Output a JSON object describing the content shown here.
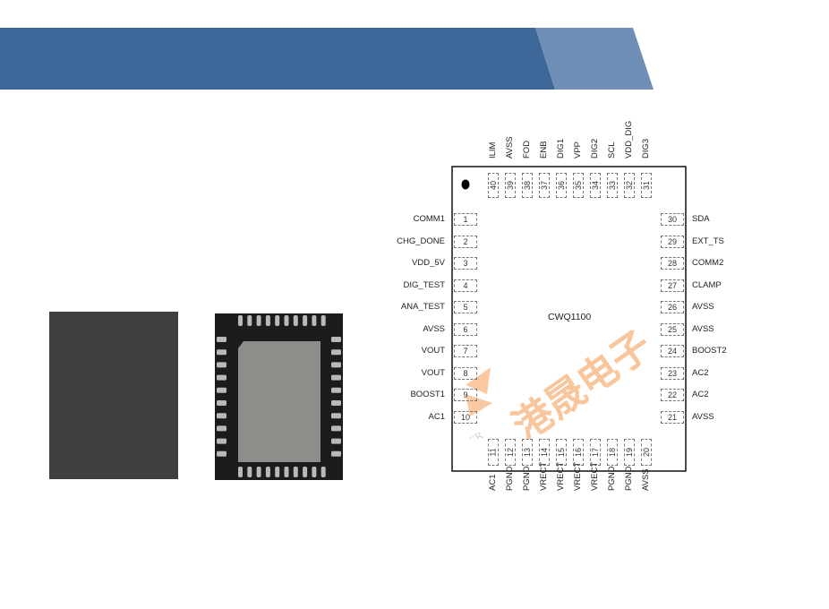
{
  "header": {
    "banner_primary_color": "#3d6899",
    "banner_secondary_color": "#6f8fb6"
  },
  "photos": {
    "left_placeholder": {
      "label": "chip-photo-top",
      "color": "#3f3f3f"
    },
    "right_chip": {
      "label": "chip-photo-bottom-pads"
    }
  },
  "diagram": {
    "chip_name": "CWQ1100",
    "pin1_marker": "dot",
    "watermark": {
      "text_cn": "港晟电子",
      "text_en": "CONQUER",
      "color": "#f8b27a"
    },
    "pins": {
      "left": [
        {
          "num": "1",
          "name": "COMM1"
        },
        {
          "num": "2",
          "name": "CHG_DONE"
        },
        {
          "num": "3",
          "name": "VDD_5V"
        },
        {
          "num": "4",
          "name": "DIG_TEST"
        },
        {
          "num": "5",
          "name": "ANA_TEST"
        },
        {
          "num": "6",
          "name": "AVSS"
        },
        {
          "num": "7",
          "name": "VOUT"
        },
        {
          "num": "8",
          "name": "VOUT"
        },
        {
          "num": "9",
          "name": "BOOST1"
        },
        {
          "num": "10",
          "name": "AC1"
        }
      ],
      "bottom": [
        {
          "num": "11",
          "name": "AC1"
        },
        {
          "num": "12",
          "name": "PGND"
        },
        {
          "num": "13",
          "name": "PGND"
        },
        {
          "num": "14",
          "name": "VRECT"
        },
        {
          "num": "15",
          "name": "VRECT"
        },
        {
          "num": "16",
          "name": "VRECT"
        },
        {
          "num": "17",
          "name": "VRECT"
        },
        {
          "num": "18",
          "name": "PGND"
        },
        {
          "num": "19",
          "name": "PGND"
        },
        {
          "num": "20",
          "name": "AVSS"
        }
      ],
      "right": [
        {
          "num": "30",
          "name": "SDA"
        },
        {
          "num": "29",
          "name": "EXT_TS"
        },
        {
          "num": "28",
          "name": "COMM2"
        },
        {
          "num": "27",
          "name": "CLAMP"
        },
        {
          "num": "26",
          "name": "AVSS"
        },
        {
          "num": "25",
          "name": "AVSS"
        },
        {
          "num": "24",
          "name": "BOOST2"
        },
        {
          "num": "23",
          "name": "AC2"
        },
        {
          "num": "22",
          "name": "AC2"
        },
        {
          "num": "21",
          "name": "AVSS"
        }
      ],
      "top": [
        {
          "num": "40",
          "name": "ILIM"
        },
        {
          "num": "39",
          "name": "AVSS"
        },
        {
          "num": "38",
          "name": "FOD"
        },
        {
          "num": "37",
          "name": "ENB"
        },
        {
          "num": "36",
          "name": "DIG1"
        },
        {
          "num": "35",
          "name": "VPP"
        },
        {
          "num": "34",
          "name": "DIG2"
        },
        {
          "num": "33",
          "name": "SCL"
        },
        {
          "num": "32",
          "name": "VDD_DIG"
        },
        {
          "num": "31",
          "name": "DIG3"
        }
      ]
    }
  }
}
